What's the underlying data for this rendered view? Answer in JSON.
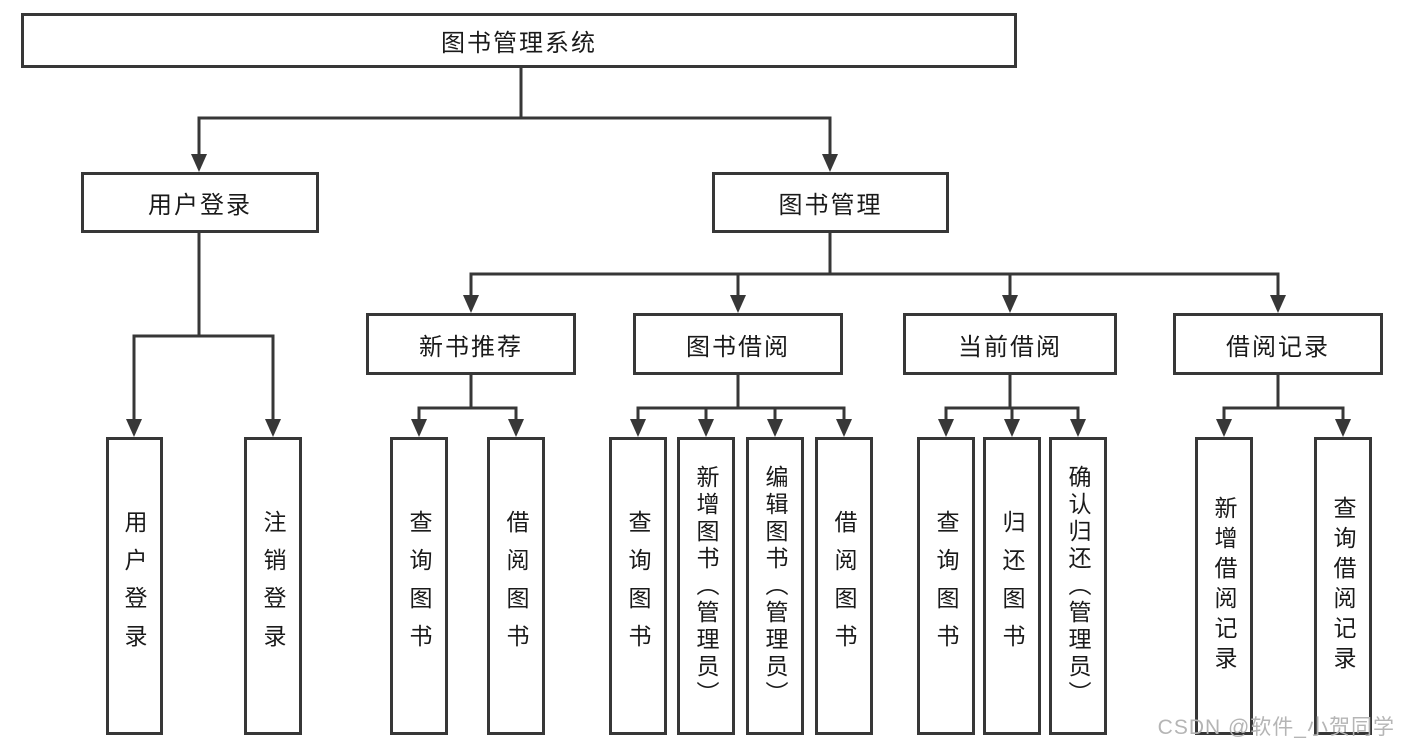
{
  "tree": {
    "label": "图书管理系统",
    "children": [
      {
        "label": "用户登录",
        "children": [
          {
            "label": "用户登录"
          },
          {
            "label": "注销登录"
          }
        ]
      },
      {
        "label": "图书管理",
        "children": [
          {
            "label": "新书推荐",
            "children": [
              {
                "label": "查询图书"
              },
              {
                "label": "借阅图书"
              }
            ]
          },
          {
            "label": "图书借阅",
            "children": [
              {
                "label": "查询图书"
              },
              {
                "label": "新增图书（管理员）"
              },
              {
                "label": "编辑图书（管理员）"
              },
              {
                "label": "借阅图书"
              }
            ]
          },
          {
            "label": "当前借阅",
            "children": [
              {
                "label": "查询图书"
              },
              {
                "label": "归还图书"
              },
              {
                "label": "确认归还（管理员）"
              }
            ]
          },
          {
            "label": "借阅记录",
            "children": [
              {
                "label": "新增借阅记录"
              },
              {
                "label": "查询借阅记录"
              }
            ]
          }
        ]
      }
    ]
  },
  "watermark": {
    "text": "CSDN @软件_小贺同学"
  },
  "colors": {
    "line": "#373737",
    "text": "#1a1a1a",
    "watermark": "#b5b5b5",
    "background": "#ffffff"
  }
}
